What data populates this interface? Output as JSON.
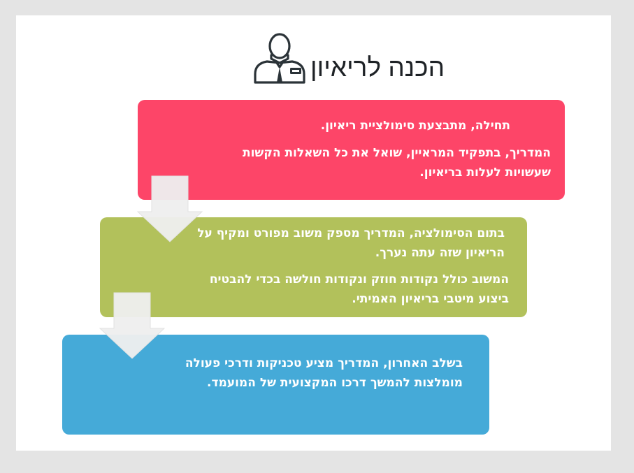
{
  "title": "הכנה לריאיון",
  "icons": {
    "title_icon": "interviewer-person-icon",
    "arrows": "down-arrow-icon"
  },
  "colors": {
    "step1": "#fd4568",
    "step2": "#b2c15b",
    "step3": "#45aad8",
    "arrow": "#eeeeee",
    "title_text": "#1e2226"
  },
  "steps": [
    {
      "paragraphs": [
        "תחילה, מתבצעת סימולציית ריאיון.",
        "המדריך, בתפקיד המראיין, שואל את כל השאלות הקשות שעשויות לעלות בריאיון."
      ]
    },
    {
      "paragraphs": [
        "בתום הסימולציה, המדריך מספק משוב מפורט ומקיף על הריאיון שזה עתה נערך.",
        "המשוב כולל נקודות חוזק ונקודות חולשה בכדי להבטיח ביצוע מיטבי בריאיון האמיתי."
      ]
    },
    {
      "paragraphs": [
        "בשלב האחרון, המדריך מציע טכניקות ודרכי פעולה מומלצות להמשך דרכו המקצועית של המועמד."
      ]
    }
  ]
}
